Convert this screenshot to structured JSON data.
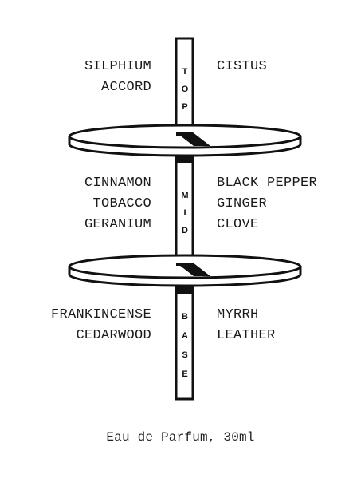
{
  "tiers": {
    "top": {
      "label": "TOP",
      "left_notes": [
        "SILPHIUM",
        "ACCORD"
      ],
      "right_notes": [
        "CISTUS"
      ]
    },
    "mid": {
      "label": "MID",
      "left_notes": [
        "CINNAMON",
        "TOBACCO",
        "GERANIUM"
      ],
      "right_notes": [
        "BLACK PEPPER",
        "GINGER",
        "CLOVE"
      ]
    },
    "base": {
      "label": "BASE",
      "left_notes": [
        "FRANKINCENSE",
        "CEDARWOOD"
      ],
      "right_notes": [
        "MYRRH",
        "LEATHER"
      ]
    }
  },
  "caption": "Eau de Parfum, 30ml"
}
